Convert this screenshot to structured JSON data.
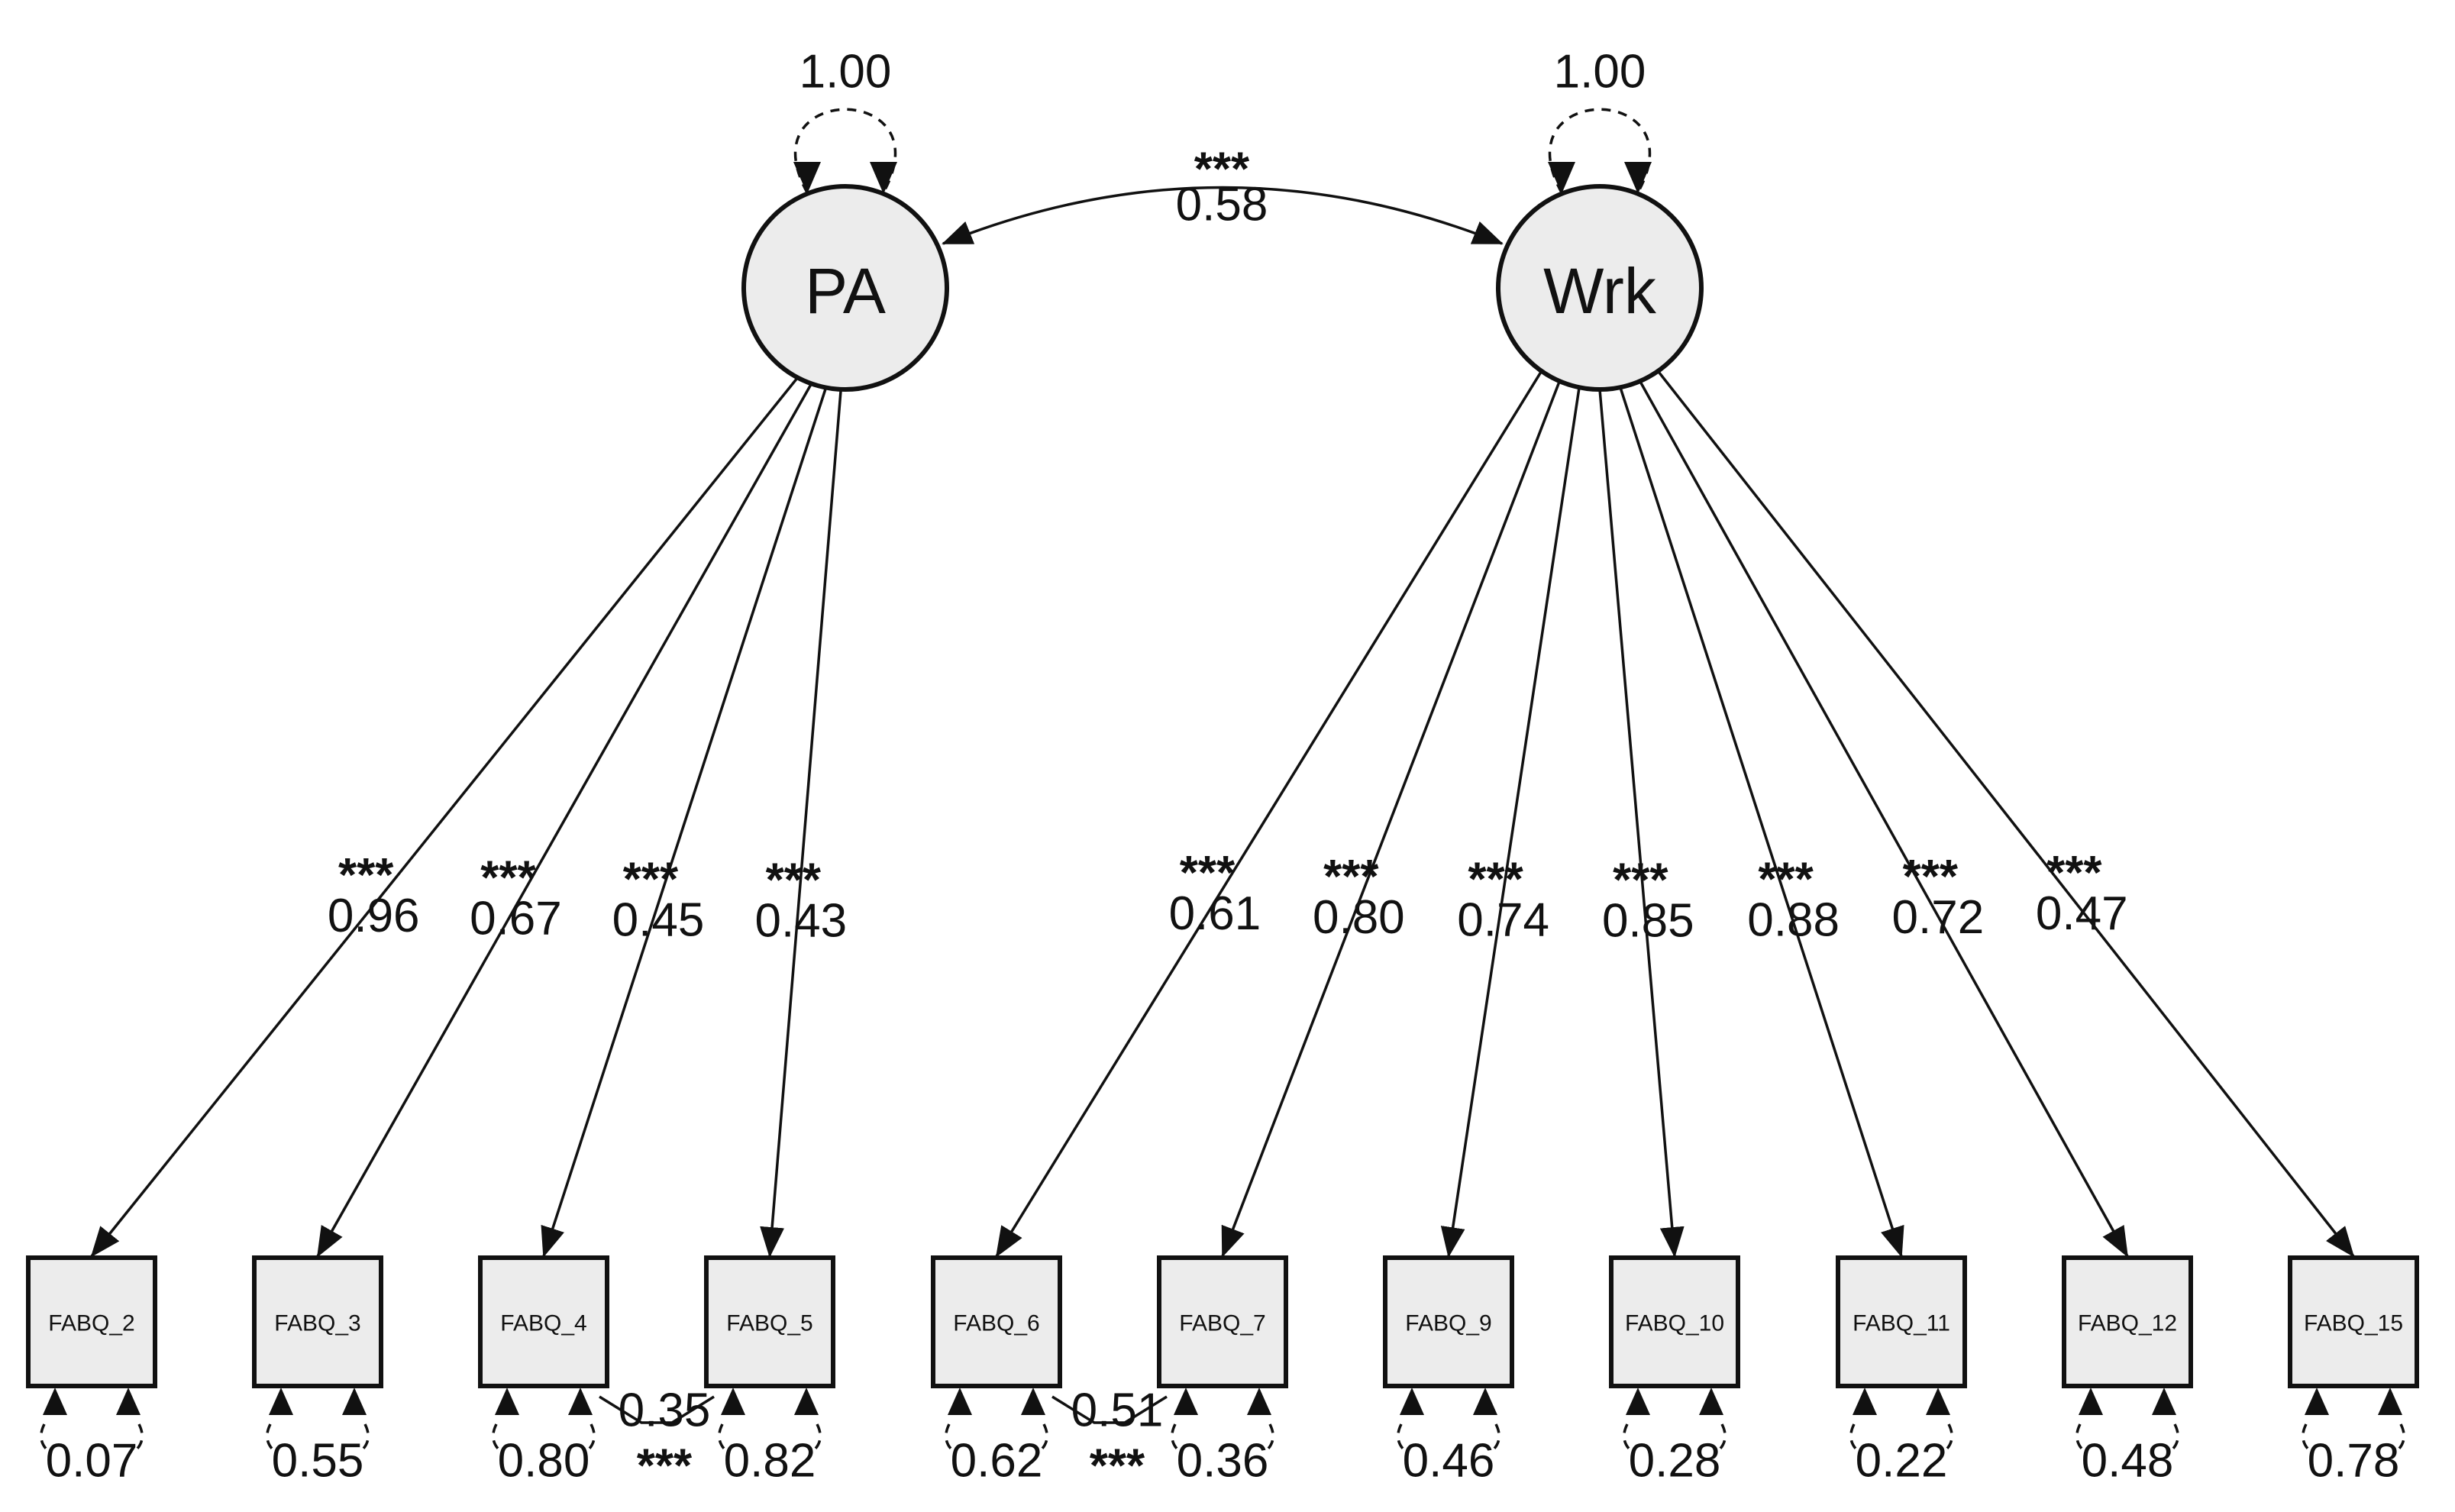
{
  "latents": [
    {
      "id": "PA",
      "label": "PA",
      "variance": "1.00"
    },
    {
      "id": "Wrk",
      "label": "Wrk",
      "variance": "1.00"
    }
  ],
  "covariance": {
    "value": "0.58",
    "sig": "***"
  },
  "indicators": [
    {
      "label": "FABQ_2",
      "factor": "PA",
      "loading": "0.96",
      "sig": "***",
      "residual": "0.07"
    },
    {
      "label": "FABQ_3",
      "factor": "PA",
      "loading": "0.67",
      "sig": "***",
      "residual": "0.55"
    },
    {
      "label": "FABQ_4",
      "factor": "PA",
      "loading": "0.45",
      "sig": "***",
      "residual": "0.80"
    },
    {
      "label": "FABQ_5",
      "factor": "PA",
      "loading": "0.43",
      "sig": "***",
      "residual": "0.82"
    },
    {
      "label": "FABQ_6",
      "factor": "Wrk",
      "loading": "0.61",
      "sig": "***",
      "residual": "0.62"
    },
    {
      "label": "FABQ_7",
      "factor": "Wrk",
      "loading": "0.80",
      "sig": "***",
      "residual": "0.36"
    },
    {
      "label": "FABQ_9",
      "factor": "Wrk",
      "loading": "0.74",
      "sig": "***",
      "residual": "0.46"
    },
    {
      "label": "FABQ_10",
      "factor": "Wrk",
      "loading": "0.85",
      "sig": "***",
      "residual": "0.28"
    },
    {
      "label": "FABQ_11",
      "factor": "Wrk",
      "loading": "0.88",
      "sig": "***",
      "residual": "0.22"
    },
    {
      "label": "FABQ_12",
      "factor": "Wrk",
      "loading": "0.72",
      "sig": "***",
      "residual": "0.48"
    },
    {
      "label": "FABQ_15",
      "factor": "Wrk",
      "loading": "0.47",
      "sig": "***",
      "residual": "0.78"
    }
  ],
  "residual_covariances": [
    {
      "from": "FABQ_4",
      "to": "FABQ_5",
      "value": "0.35",
      "sig": "***"
    },
    {
      "from": "FABQ_6",
      "to": "FABQ_7",
      "value": "0.51",
      "sig": "***"
    }
  ]
}
